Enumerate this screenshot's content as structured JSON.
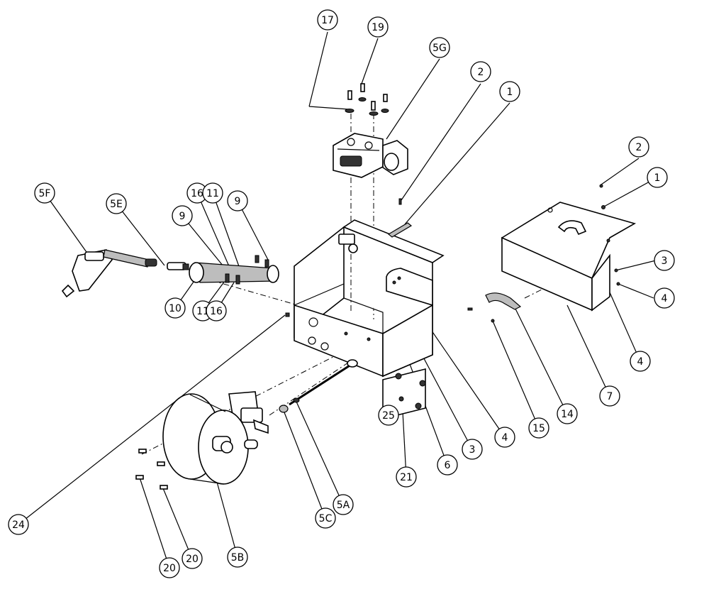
{
  "balloons": [
    {
      "id": "b-17a",
      "label": "17"
    },
    {
      "id": "b-19",
      "label": "19"
    },
    {
      "id": "b-5g",
      "label": "5G"
    },
    {
      "id": "b-2a",
      "label": "2"
    },
    {
      "id": "b-1a",
      "label": "1"
    },
    {
      "id": "b-2b",
      "label": "2"
    },
    {
      "id": "b-1b",
      "label": "1"
    },
    {
      "id": "b-3a",
      "label": "3"
    },
    {
      "id": "b-4a",
      "label": "4"
    },
    {
      "id": "b-4b",
      "label": "4"
    },
    {
      "id": "b-5f",
      "label": "5F"
    },
    {
      "id": "b-5e",
      "label": "5E"
    },
    {
      "id": "b-16a",
      "label": "16"
    },
    {
      "id": "b-11a",
      "label": "11"
    },
    {
      "id": "b-9a",
      "label": "9"
    },
    {
      "id": "b-9b",
      "label": "9"
    },
    {
      "id": "b-10",
      "label": "10"
    },
    {
      "id": "b-11b",
      "label": "11"
    },
    {
      "id": "b-16b",
      "label": "16"
    },
    {
      "id": "b-7",
      "label": "7"
    },
    {
      "id": "b-14",
      "label": "14"
    },
    {
      "id": "b-15",
      "label": "15"
    },
    {
      "id": "b-4c",
      "label": "4"
    },
    {
      "id": "b-3b",
      "label": "3"
    },
    {
      "id": "b-6",
      "label": "6"
    },
    {
      "id": "b-25",
      "label": "25"
    },
    {
      "id": "b-21",
      "label": "21"
    },
    {
      "id": "b-24",
      "label": "24"
    },
    {
      "id": "b-5c",
      "label": "5C"
    },
    {
      "id": "b-5a",
      "label": "5A"
    },
    {
      "id": "b-5b",
      "label": "5B"
    },
    {
      "id": "b-20a",
      "label": "20"
    },
    {
      "id": "b-20b",
      "label": "20"
    }
  ]
}
